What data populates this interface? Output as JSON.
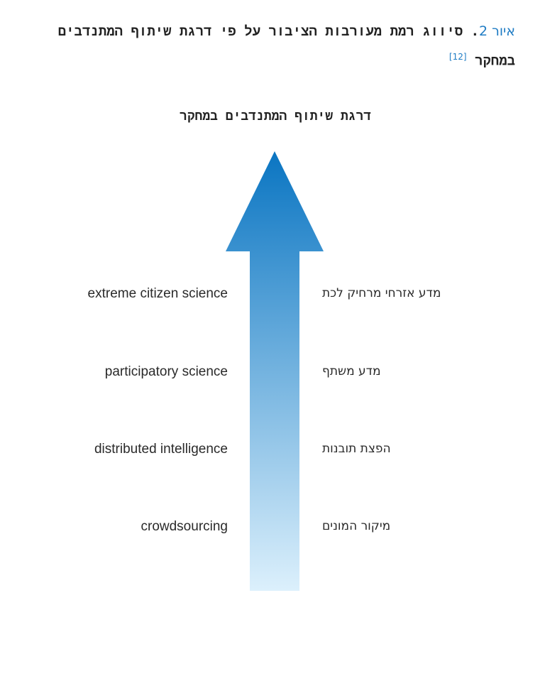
{
  "caption": {
    "figure_ref": "איור 2",
    "text_line1": ". סיווג רמת מעורבות הציבור על פי דרגת שיתוף המתנדבים",
    "text_line2": "במחקר",
    "citation": "[12]"
  },
  "diagram": {
    "title": "דרגת שיתוף המתנדבים במחקר",
    "arrow_gradient": {
      "top": "#0a75c2",
      "bottom": "#dcf0fc"
    },
    "levels": [
      {
        "en": "extreme citizen science",
        "he": "מדע אזרחי מרחיק לכת"
      },
      {
        "en": "participatory science",
        "he": "מדע משתף"
      },
      {
        "en": "distributed intelligence",
        "he": "הפצת תובנות"
      },
      {
        "en": "crowdsourcing",
        "he": "מיקור המונים"
      }
    ]
  }
}
